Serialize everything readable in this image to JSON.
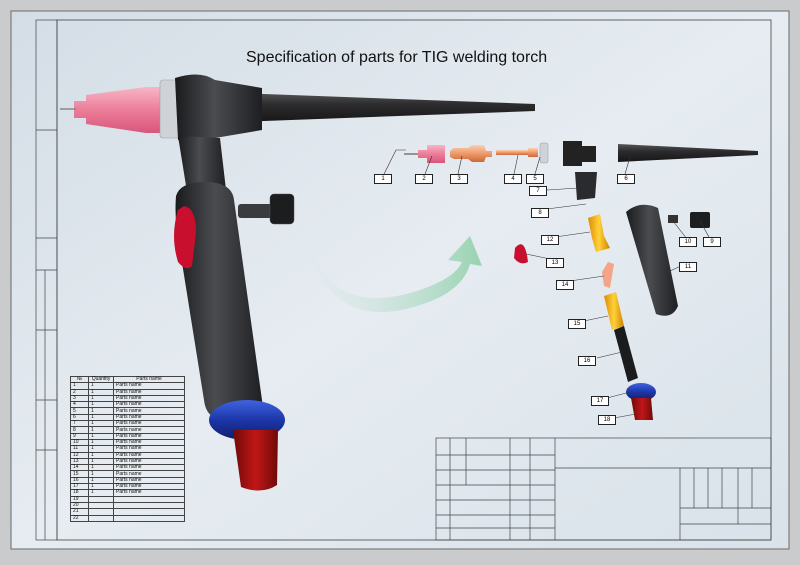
{
  "title": "Specification of parts for TIG welding torch",
  "parts": [
    {
      "n": "1"
    },
    {
      "n": "2"
    },
    {
      "n": "3"
    },
    {
      "n": "4"
    },
    {
      "n": "5"
    },
    {
      "n": "6"
    },
    {
      "n": "7"
    },
    {
      "n": "8"
    },
    {
      "n": "9"
    },
    {
      "n": "10"
    },
    {
      "n": "11"
    },
    {
      "n": "12"
    },
    {
      "n": "13"
    },
    {
      "n": "14"
    },
    {
      "n": "15"
    },
    {
      "n": "16"
    },
    {
      "n": "17"
    },
    {
      "n": "18"
    }
  ],
  "spec_table": {
    "headers": [
      "№",
      "Quantity",
      "Parts name"
    ],
    "rows": [
      {
        "n": "1",
        "qty": "1",
        "name": "Parts name"
      },
      {
        "n": "2",
        "qty": "1",
        "name": "Parts name"
      },
      {
        "n": "3",
        "qty": "1",
        "name": "Parts name"
      },
      {
        "n": "4",
        "qty": "1",
        "name": "Parts name"
      },
      {
        "n": "5",
        "qty": "1",
        "name": "Parts name"
      },
      {
        "n": "6",
        "qty": "1",
        "name": "Parts name"
      },
      {
        "n": "7",
        "qty": "1",
        "name": "Parts name"
      },
      {
        "n": "8",
        "qty": "1",
        "name": "Parts name"
      },
      {
        "n": "9",
        "qty": "1",
        "name": "Parts name"
      },
      {
        "n": "10",
        "qty": "1",
        "name": "Parts name"
      },
      {
        "n": "11",
        "qty": "1",
        "name": "Parts name"
      },
      {
        "n": "12",
        "qty": "1",
        "name": "Parts name"
      },
      {
        "n": "13",
        "qty": "1",
        "name": "Parts name"
      },
      {
        "n": "14",
        "qty": "1",
        "name": "Parts name"
      },
      {
        "n": "15",
        "qty": "1",
        "name": "Parts name"
      },
      {
        "n": "16",
        "qty": "1",
        "name": "Parts name"
      },
      {
        "n": "17",
        "qty": "1",
        "name": "Parts name"
      },
      {
        "n": "18",
        "qty": "1",
        "name": "Parts name"
      },
      {
        "n": "19",
        "qty": "",
        "name": ""
      },
      {
        "n": "20",
        "qty": "",
        "name": ""
      },
      {
        "n": "21",
        "qty": "",
        "name": ""
      },
      {
        "n": "22",
        "qty": "",
        "name": ""
      }
    ]
  },
  "colors": {
    "sheet_bg": "#dde6ee",
    "frame": "#8b8b8b",
    "torch_body": "#2a2b2e",
    "trigger": "#c8102e",
    "ceramic_cup": "#f08fa8",
    "collet": "#f2a27a",
    "grip_ring": "#1f3fb8",
    "cable_end": "#9b1010",
    "collet_body": "#f5b400",
    "arrow": "#9cd6b2"
  }
}
